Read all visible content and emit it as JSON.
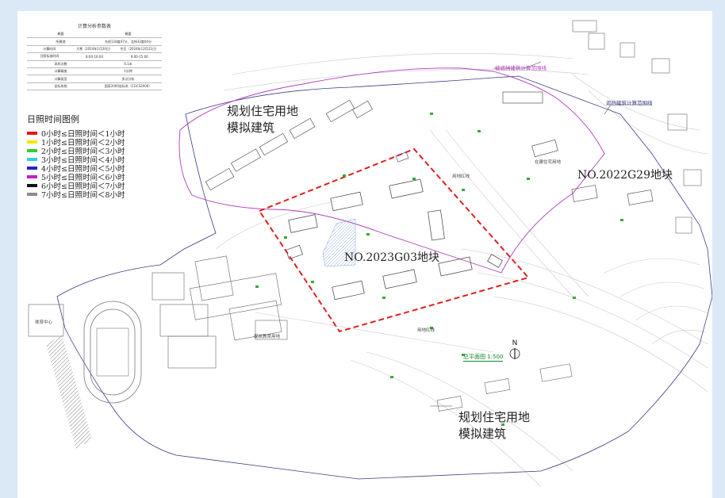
{
  "calc_table": {
    "title": "计算分析参数表",
    "rows": [
      [
        "概要",
        "概要"
      ],
      [
        "所属地",
        "东经118度47分，北纬32度04分"
      ],
      [
        "计算时间",
        "大寒（2024年1月20日）",
        "冬至（2024年12月21日）"
      ],
      [
        "日照标准时间",
        "8:00-16:00",
        "9:00-15:00"
      ],
      [
        "采样点数",
        "0.1米"
      ],
      [
        "计算精度",
        "1分钟"
      ],
      [
        "计算类型",
        "多点分析"
      ],
      [
        "坐标系统",
        "国家2000坐标系（CGCS2000）"
      ]
    ]
  },
  "legend": {
    "title": "日照时间图例",
    "items": [
      {
        "label": "0小时≤日照时间＜1小时",
        "color": "#e8141b"
      },
      {
        "label": "1小时≤日照时间＜2小时",
        "color": "#f2e600"
      },
      {
        "label": "2小时≤日照时间＜3小时",
        "color": "#33cc33"
      },
      {
        "label": "3小时≤日照时间＜4小时",
        "color": "#2fd4d4"
      },
      {
        "label": "4小时≤日照时间＜5小时",
        "color": "#2323c8"
      },
      {
        "label": "5小时≤日照时间＜6小时",
        "color": "#c51fc5"
      },
      {
        "label": "6小时≤日照时间＜7小时",
        "color": "#111111"
      },
      {
        "label": "7小时≤日照时间＜8小时",
        "color": "#8c8c8c"
      }
    ]
  },
  "map_labels": {
    "planned_residential_top": [
      "规划住宅用地",
      "模拟建筑"
    ],
    "planned_residential_bottom": [
      "规划住宅用地",
      "模拟建筑"
    ],
    "plot_2023": "NO.2023G03地块",
    "plot_2022": "NO.2022G29地块",
    "shaded_range": "被遮挡建筑计算范围线",
    "shading_range": "遮挡建筑计算范围线",
    "under_construction": "在建住宅用地",
    "existing_education": "现状教育用地",
    "land_red_line_1": "用地红线",
    "land_red_line_2": "用地红线",
    "sports_center": "体育中心",
    "scale": "总平面图 1:500",
    "north": "N"
  },
  "colors": {
    "red_line": "#e02020",
    "purple_line": "#b23bbf",
    "navy_line": "#3b3f86",
    "building": "#555555"
  }
}
